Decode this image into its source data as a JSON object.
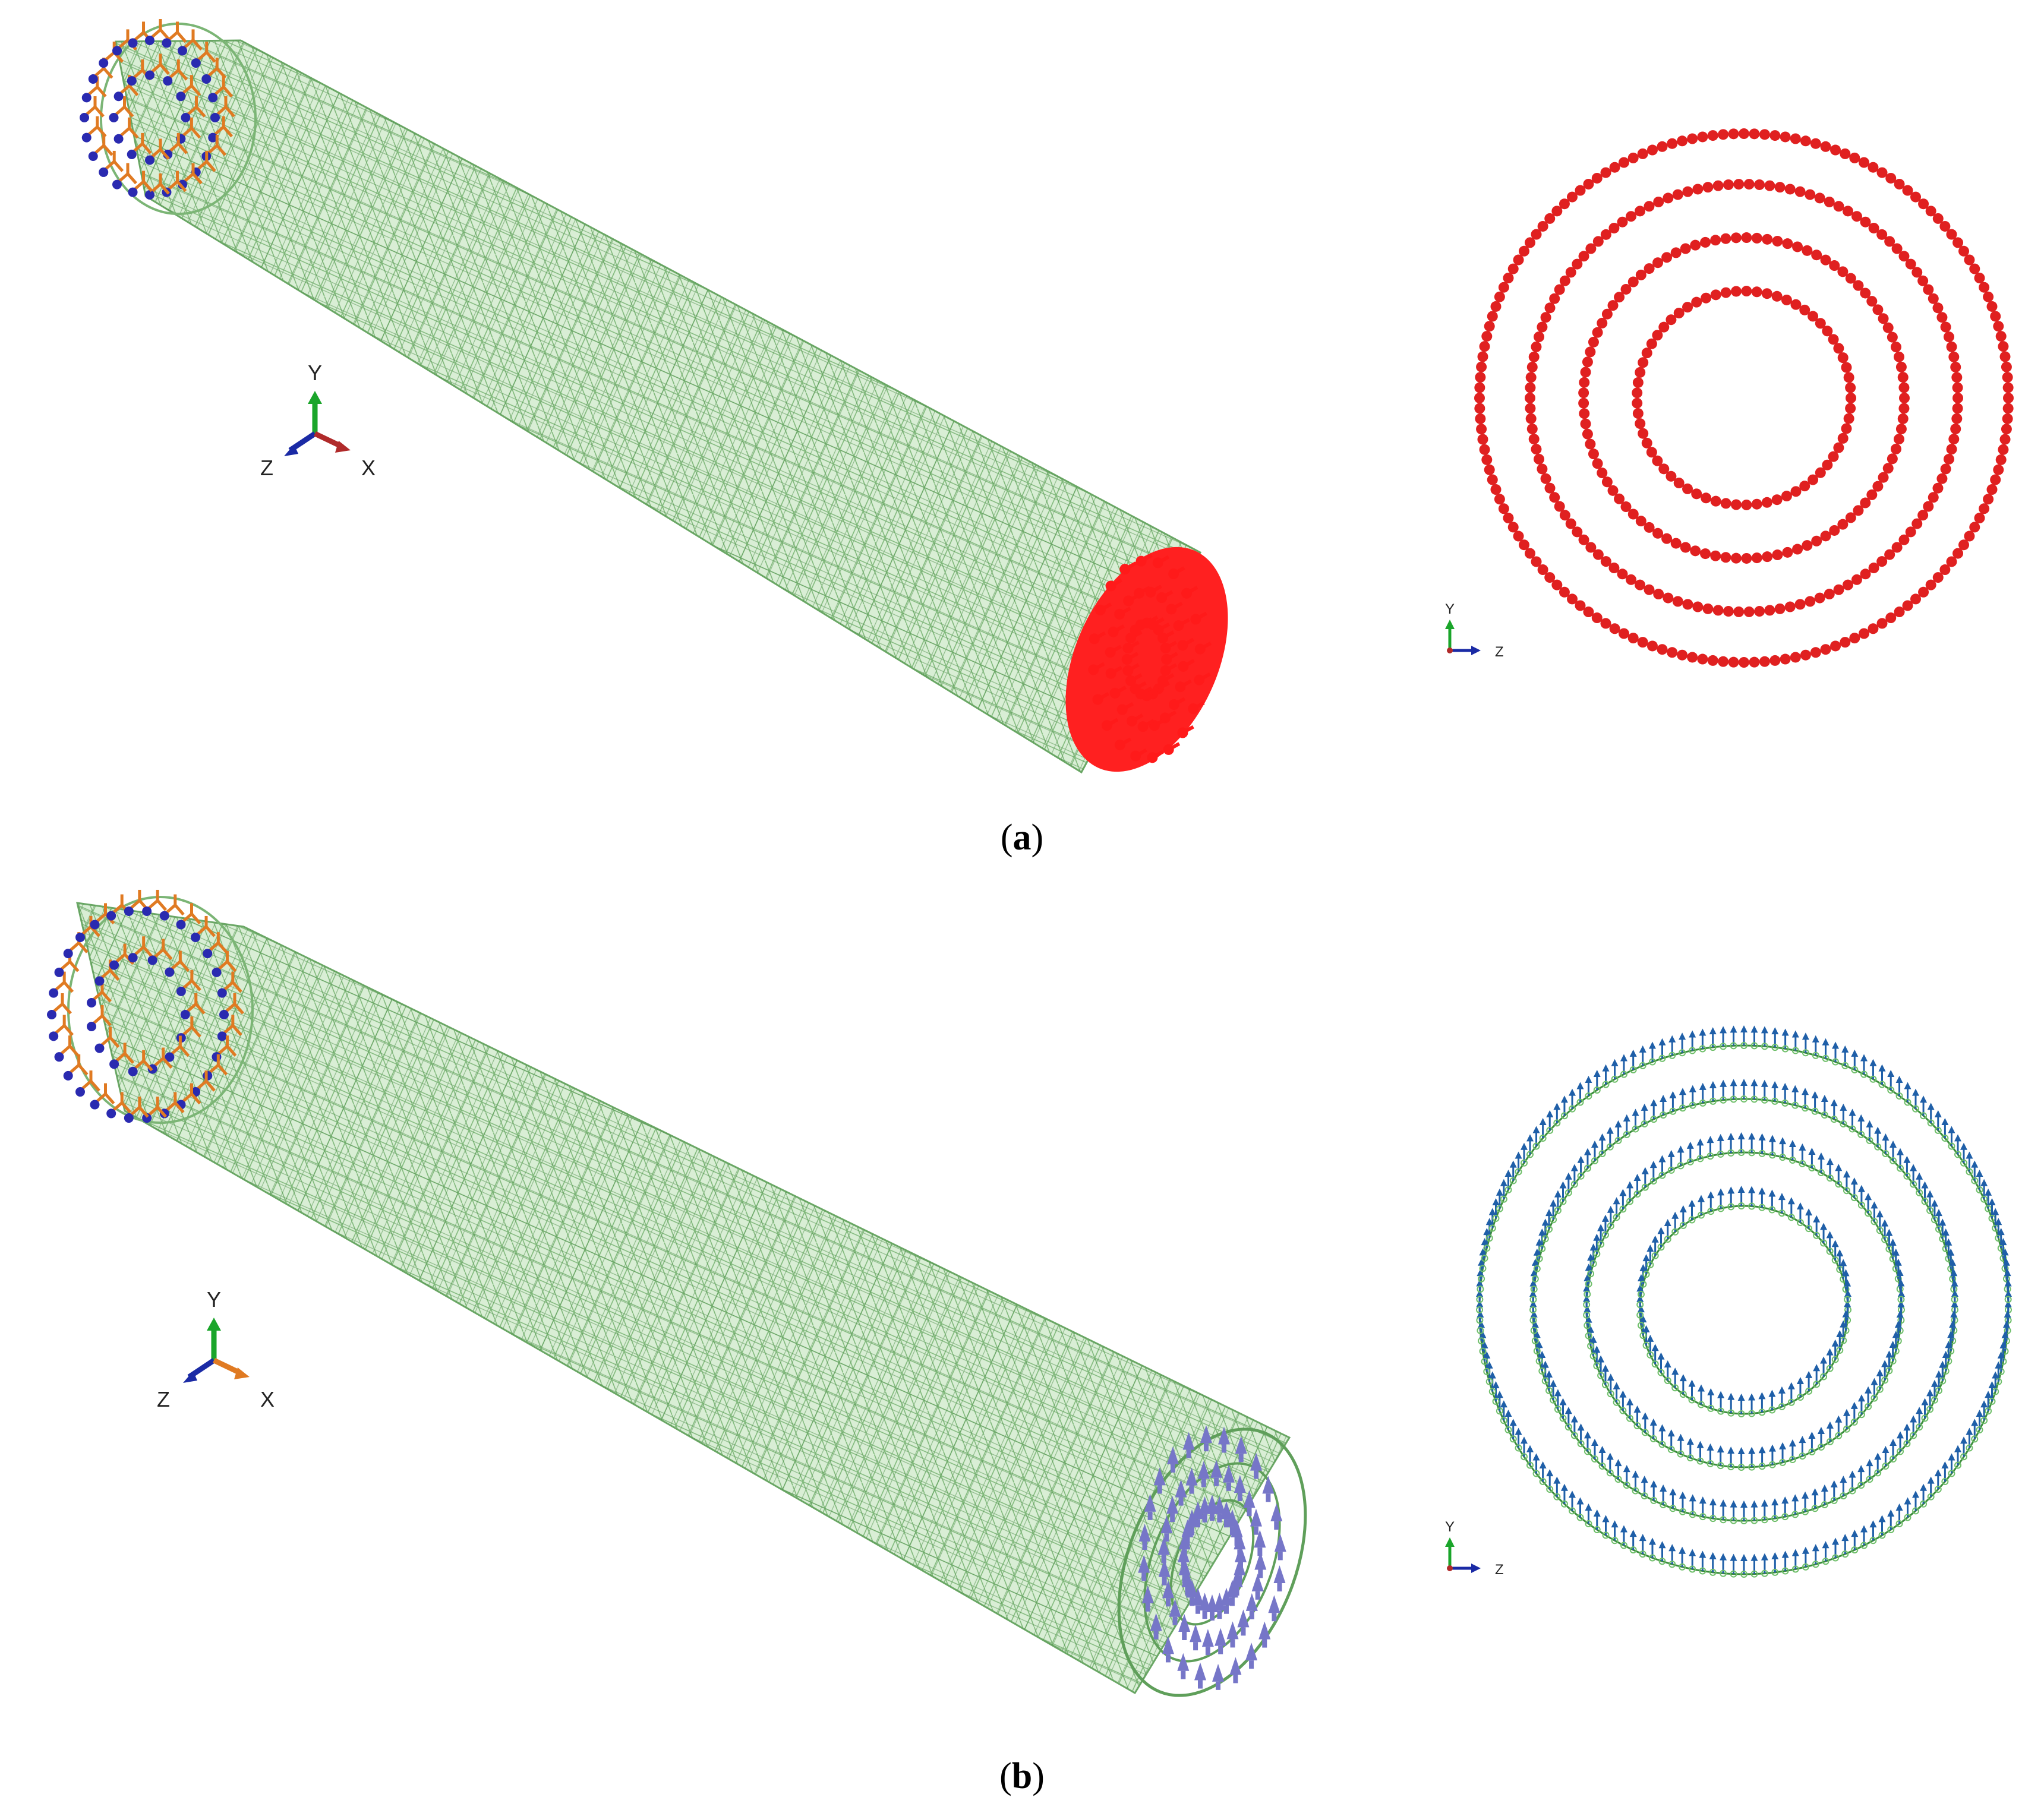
{
  "panels": [
    {
      "id": "a",
      "caption_letter": "a",
      "main_axes": {
        "y": "Y",
        "z": "Z",
        "x": "X"
      },
      "inset_axes": {
        "y": "Y",
        "z": "Z"
      },
      "inset_rings": 4,
      "inset_marker": "red-node-dot"
    },
    {
      "id": "b",
      "caption_letter": "b",
      "main_axes": {
        "y": "Y",
        "z": "Z",
        "x": "X"
      },
      "inset_axes": {
        "y": "Y",
        "z": "Z"
      },
      "inset_rings": 4,
      "inset_marker": "blue-up-arrow"
    }
  ],
  "colors": {
    "mesh_fill": "#d6ecd2",
    "mesh_line": "#5f9f5a",
    "mesh_dark": "#3f7d3c",
    "constraint_orange": "#e07a22",
    "constraint_blue": "#2a2ab0",
    "load_red": "#ff1a1a",
    "load_violet": "#7676c8",
    "inset_ring": "#3b8a3b",
    "inset_node_red": "#e02020",
    "inset_arrow_blue": "#1f5fa8",
    "axis_y": "#1aa52a",
    "axis_z": "#1a2aa5",
    "axis_x": "#b02a2a"
  }
}
